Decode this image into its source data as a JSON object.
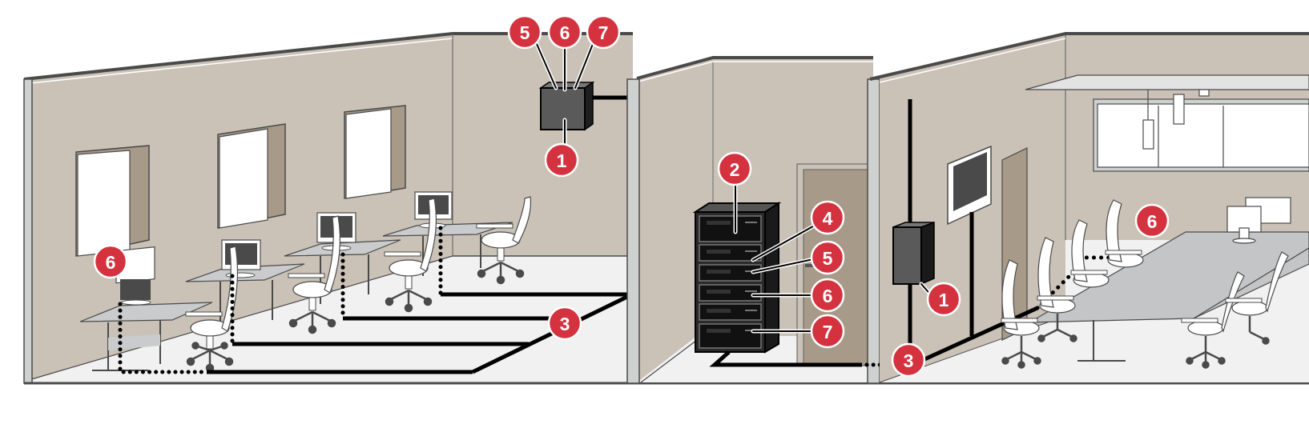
{
  "diagram": {
    "title": "",
    "colors": {
      "wall": "#cbc2b7",
      "wall_dark": "#a89a89",
      "floor": "#f1f1f1",
      "outline": "#4a4a4a",
      "partition": "#cfd0d0",
      "badge": "#d5323f",
      "badge_ring": "#ffffff",
      "cable": "#000000",
      "equipment": "#2a2a2a",
      "screen": "#4a4a4a",
      "desk": "#c9cbcc",
      "table": "#c4c5c6"
    },
    "rooms": [
      "open-office",
      "server-room",
      "conference-room"
    ],
    "badges": {
      "ceiling_ap_5": "5",
      "ceiling_ap_6": "6",
      "ceiling_ap_7": "7",
      "ceiling_ap_1": "1",
      "rack_2": "2",
      "rack_4": "4",
      "rack_5": "5",
      "rack_6": "6",
      "rack_7": "7",
      "office_cable_3": "3",
      "office_desk_6": "6",
      "conf_box_1": "1",
      "conf_cable_3": "3",
      "conf_table_6": "6"
    }
  }
}
